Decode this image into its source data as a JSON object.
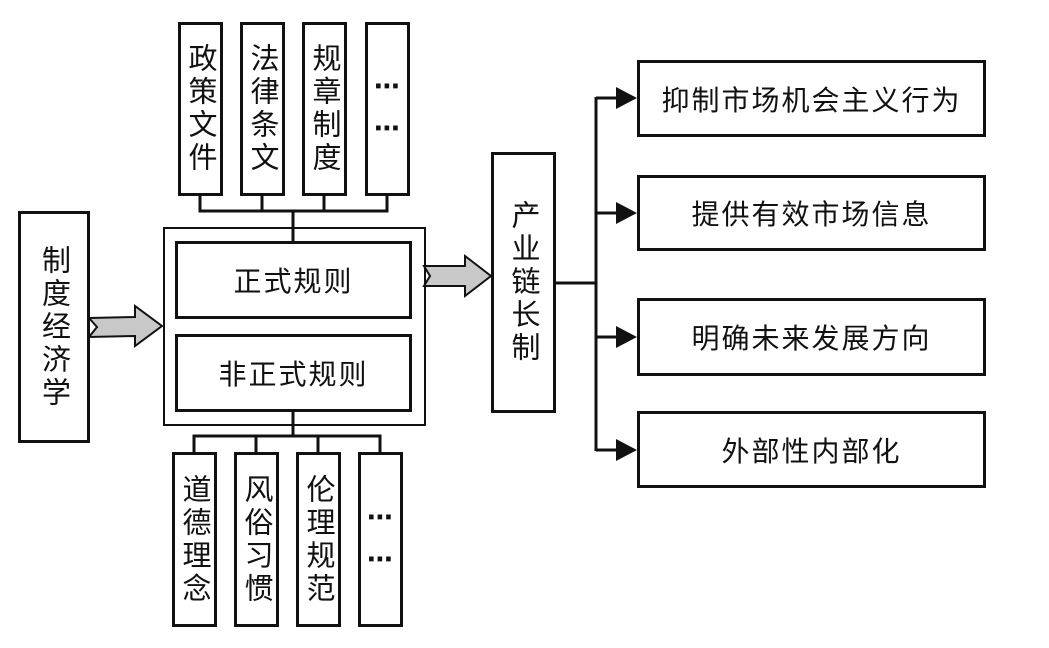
{
  "diagram": {
    "source": {
      "label": "制度经济学"
    },
    "formal_sources": [
      {
        "label": "政策文件"
      },
      {
        "label": "法律条文"
      },
      {
        "label": "规章制度"
      },
      {
        "label": "……",
        "ellipsis": true
      }
    ],
    "rules": {
      "formal": {
        "label": "正式规则"
      },
      "informal": {
        "label": "非正式规则"
      }
    },
    "informal_sources": [
      {
        "label": "道德理念"
      },
      {
        "label": "风俗习惯"
      },
      {
        "label": "伦理规范"
      },
      {
        "label": "……",
        "ellipsis": true
      }
    ],
    "mechanism": {
      "label": "产业链长制"
    },
    "outcomes": [
      {
        "label": "抑制市场机会主义行为"
      },
      {
        "label": "提供有效市场信息"
      },
      {
        "label": "明确未来发展方向"
      },
      {
        "label": "外部性内部化"
      }
    ],
    "colors": {
      "stroke": "#111111",
      "block_arrow_fill": "#c8c8c8",
      "background": "#ffffff"
    }
  }
}
